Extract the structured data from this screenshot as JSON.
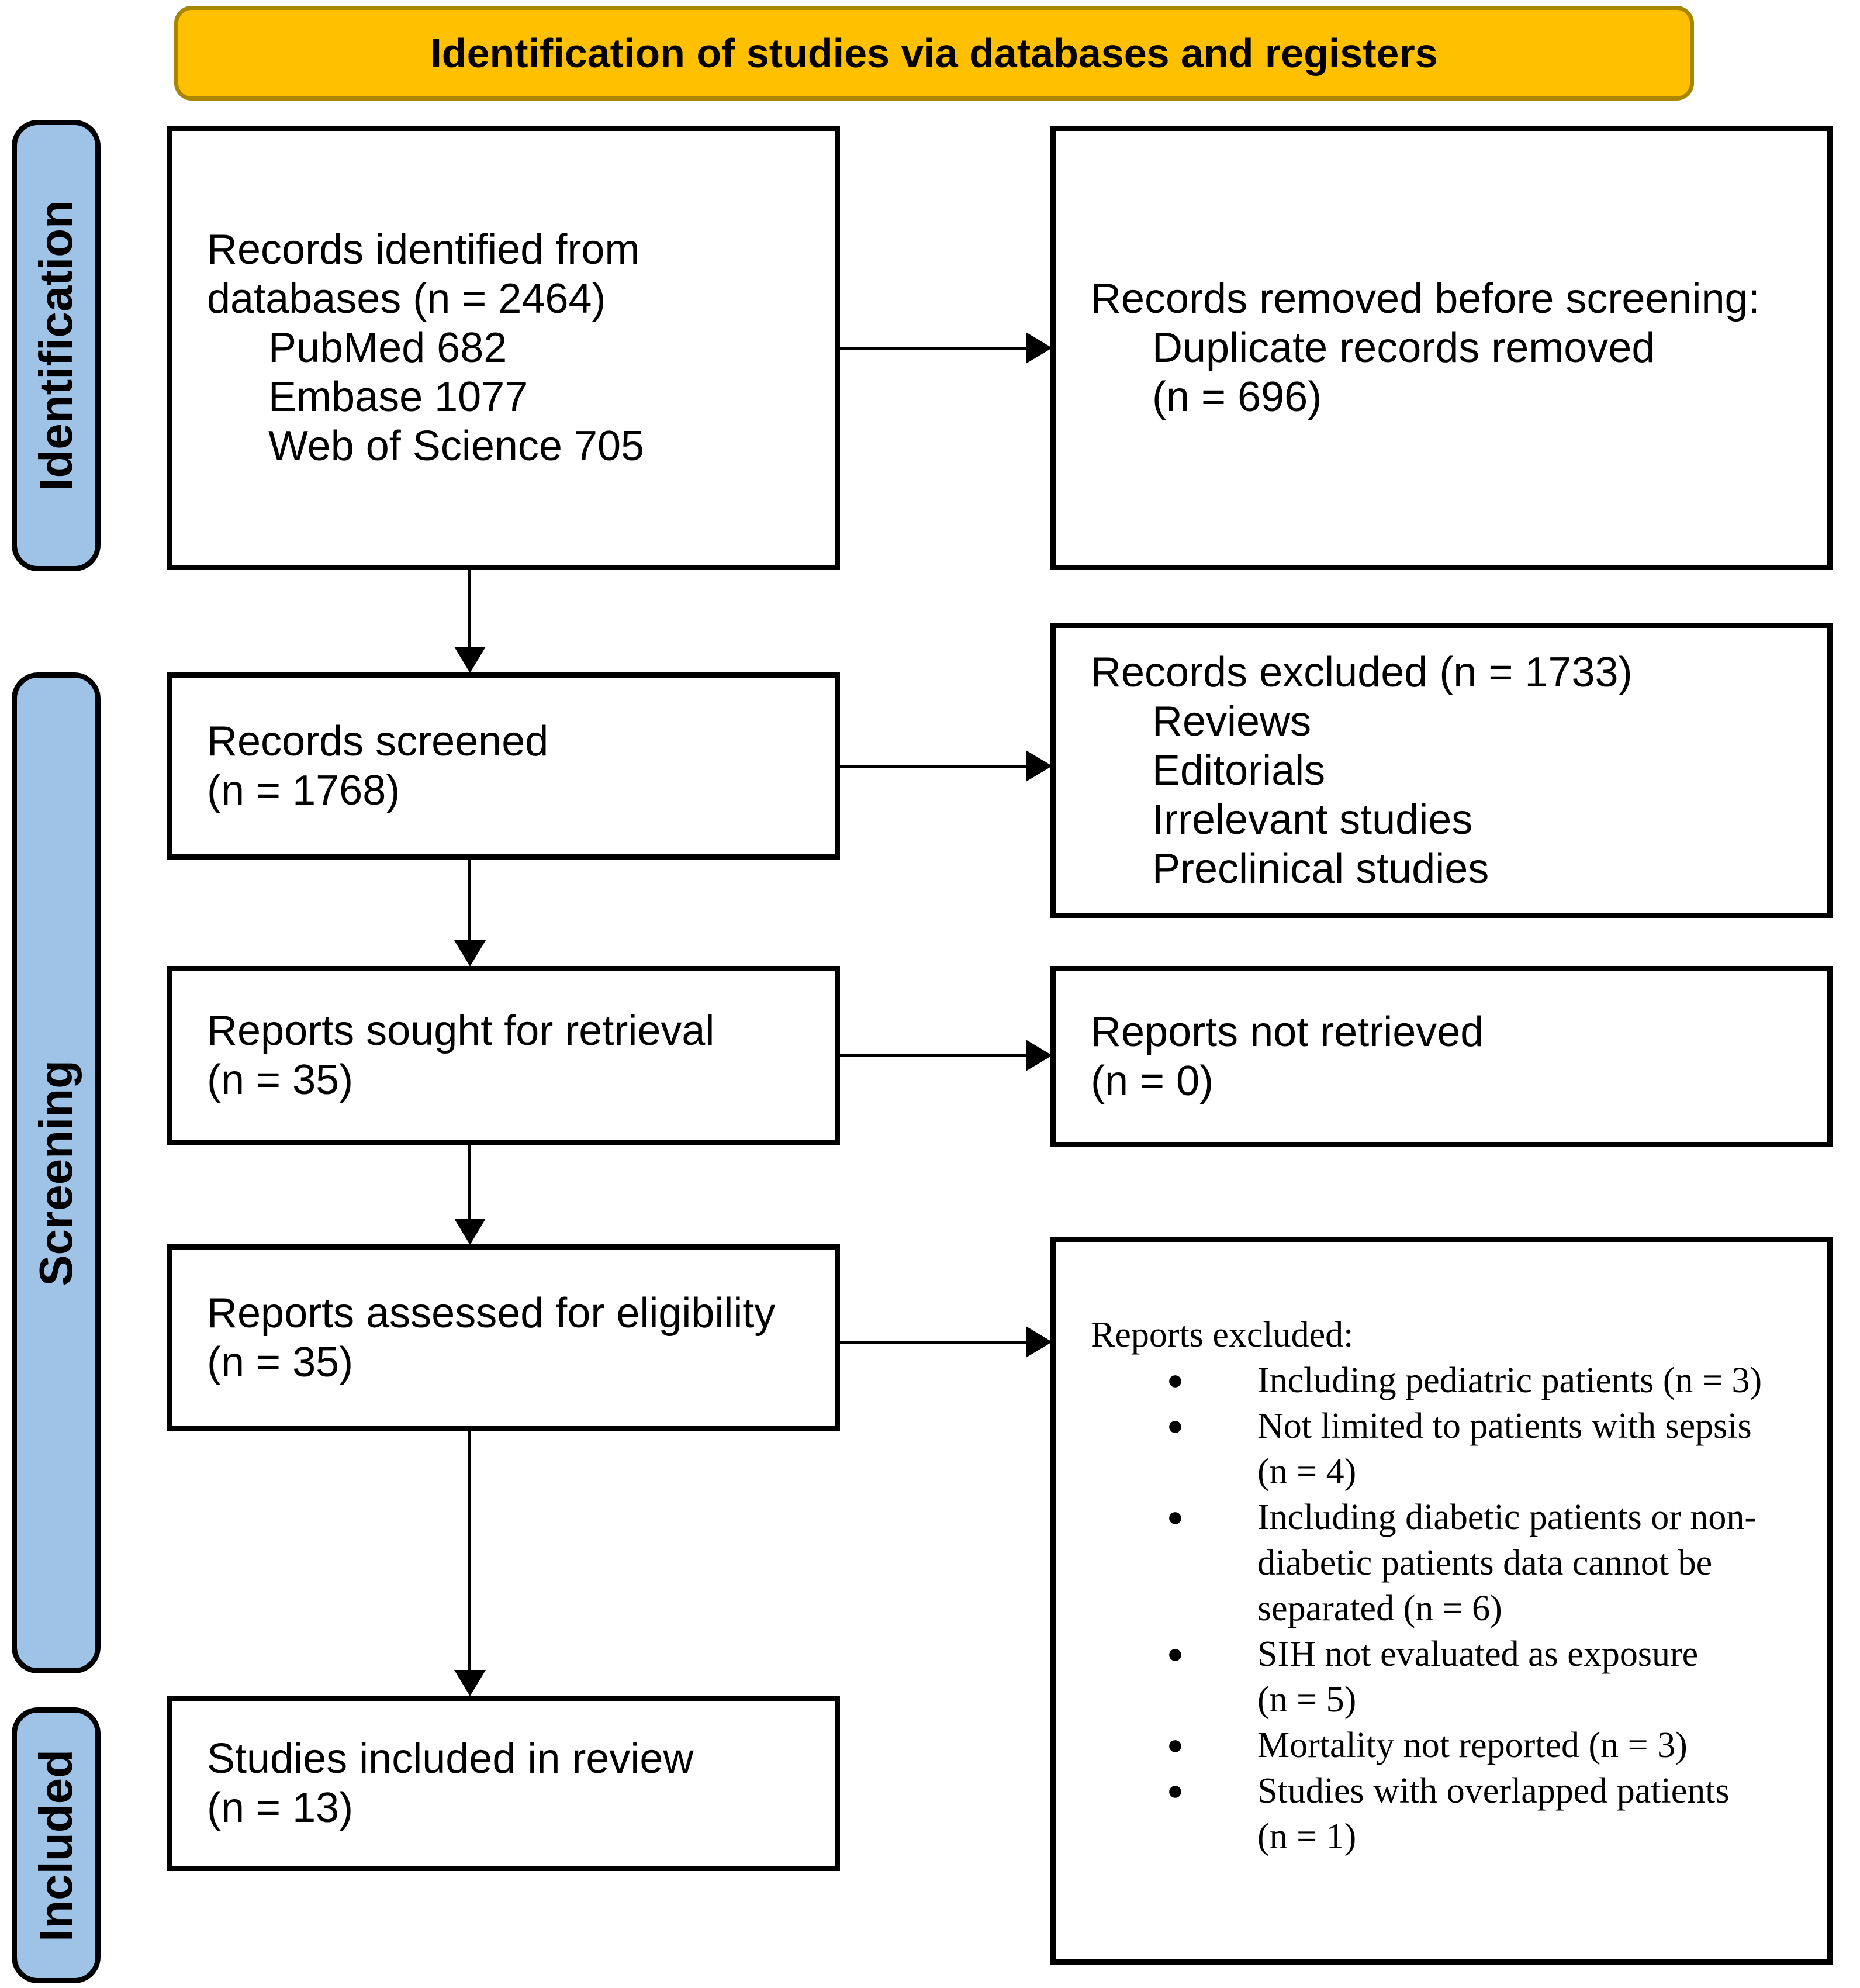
{
  "header": {
    "title": "Identification of studies via databases and registers"
  },
  "stages": [
    {
      "label": "Identification"
    },
    {
      "label": "Screening"
    },
    {
      "label": "Included"
    }
  ],
  "boxes": {
    "records_identified": {
      "lines": [
        {
          "t": "Records identified from",
          "i": 0
        },
        {
          "t": "databases (n = 2464)",
          "i": 0
        },
        {
          "t": "PubMed 682",
          "i": 1
        },
        {
          "t": "Embase 1077",
          "i": 1
        },
        {
          "t": "Web of Science 705",
          "i": 1
        }
      ]
    },
    "records_removed": {
      "lines": [
        {
          "t": "Records removed before screening:",
          "i": 0
        },
        {
          "t": "Duplicate records removed",
          "i": 1
        },
        {
          "t": "(n = 696)",
          "i": 1
        }
      ]
    },
    "records_screened": {
      "lines": [
        {
          "t": "Records screened",
          "i": 0
        },
        {
          "t": "(n = 1768)",
          "i": 0
        }
      ]
    },
    "records_excluded": {
      "lines": [
        {
          "t": "Records excluded (n = 1733)",
          "i": 0
        },
        {
          "t": "Reviews",
          "i": 1
        },
        {
          "t": "Editorials",
          "i": 1
        },
        {
          "t": "Irrelevant studies",
          "i": 1
        },
        {
          "t": "Preclinical studies",
          "i": 1
        }
      ]
    },
    "reports_sought": {
      "lines": [
        {
          "t": "Reports sought for retrieval",
          "i": 0
        },
        {
          "t": "(n = 35)",
          "i": 0
        }
      ]
    },
    "reports_not_retrieved": {
      "lines": [
        {
          "t": "Reports not retrieved",
          "i": 0
        },
        {
          "t": "(n = 0)",
          "i": 0
        }
      ]
    },
    "reports_assessed": {
      "lines": [
        {
          "t": "Reports assessed for eligibility",
          "i": 0
        },
        {
          "t": "(n = 35)",
          "i": 0
        }
      ]
    },
    "reports_excluded": {
      "title": "Reports excluded:",
      "bullet_glyph": "●",
      "bullets": [
        [
          "Including pediatric patients (n = 3)"
        ],
        [
          "Not limited to patients with sepsis",
          "(n = 4)"
        ],
        [
          "Including diabetic patients or non-",
          "diabetic patients data cannot be",
          "separated (n = 6)"
        ],
        [
          "SIH not evaluated as exposure",
          "(n = 5)"
        ],
        [
          "Mortality not reported (n = 3)"
        ],
        [
          "Studies with overlapped patients",
          "(n = 1)"
        ]
      ]
    },
    "studies_included": {
      "lines": [
        {
          "t": "Studies included in review",
          "i": 0
        },
        {
          "t": "(n = 13)",
          "i": 0
        }
      ]
    }
  },
  "colors": {
    "header_fill": "#FFC000",
    "header_border": "#A98600",
    "stage_fill": "#9EC3E6",
    "box_border": "#000000"
  }
}
